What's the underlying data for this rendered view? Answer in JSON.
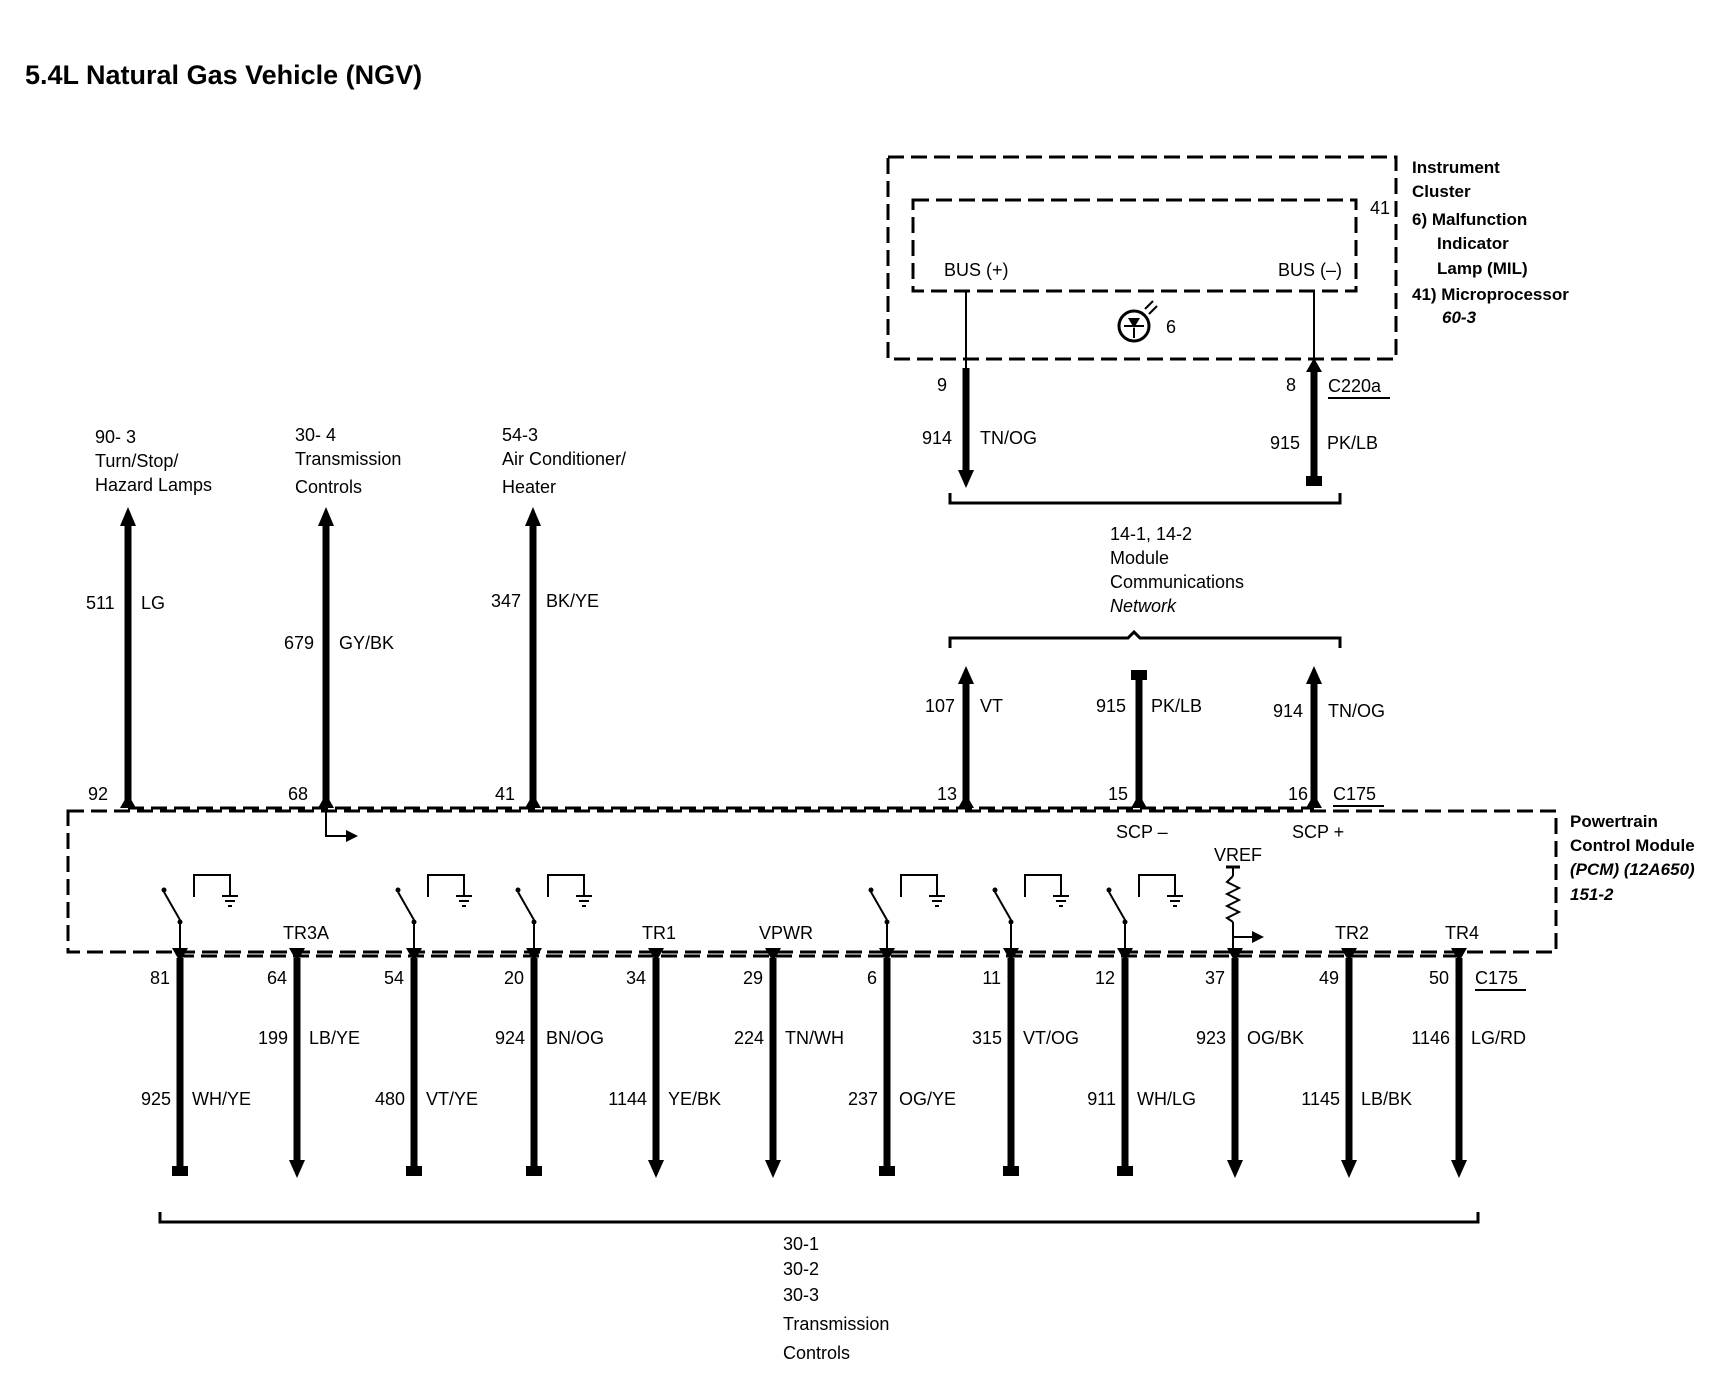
{
  "title": "5.4L Natural Gas Vehicle (NGV)",
  "instrument_cluster": {
    "name_lines": [
      "Instrument",
      "Cluster"
    ],
    "legend_lines": [
      "6) Malfunction",
      "Indicator",
      "Lamp (MIL)",
      "41) Microprocessor"
    ],
    "page_ref": "60-3",
    "inner_ref": "41",
    "bus_plus": "BUS (+)",
    "bus_minus": "BUS (–)",
    "mil_ref": "6",
    "connector": "C220a"
  },
  "pcm": {
    "name_lines": [
      "Powertrain",
      "Control Module",
      "(PCM) (12A650)"
    ],
    "page_ref": "151-2",
    "top_connector": "C175",
    "bottom_connector": "C175",
    "scp_minus": "SCP –",
    "scp_plus": "SCP +",
    "vref": "VREF"
  },
  "top_wires": [
    {
      "pin": "92",
      "circuit": "511",
      "color": "LG",
      "dest": [
        "90- 3",
        "Turn/Stop/",
        "Hazard Lamps"
      ]
    },
    {
      "pin": "68",
      "circuit": "679",
      "color": "GY/BK",
      "dest": [
        "30- 4",
        "Transmission",
        "Controls"
      ]
    },
    {
      "pin": "41",
      "circuit": "347",
      "color": "BK/YE",
      "dest": [
        "54-3",
        "Air Conditioner/",
        "Heater"
      ]
    }
  ],
  "network_wires": [
    {
      "pin": "13",
      "circuit": "107",
      "color": "VT"
    },
    {
      "pin": "15",
      "circuit": "915",
      "color": "PK/LB"
    },
    {
      "pin": "16",
      "circuit": "914",
      "color": "TN/OG"
    }
  ],
  "cluster_wires": [
    {
      "pin": "9",
      "circuit": "914",
      "color": "TN/OG"
    },
    {
      "pin": "8",
      "circuit": "915",
      "color": "PK/LB"
    }
  ],
  "network_ref": [
    "14-1, 14-2",
    "Module",
    "Communications",
    "Network"
  ],
  "bottom_wires": [
    {
      "pin": "81",
      "circuit": "925",
      "color": "WH/YE",
      "func": ""
    },
    {
      "pin": "64",
      "circuit": "199",
      "color": "LB/YE",
      "func": "TR3A"
    },
    {
      "pin": "54",
      "circuit": "480",
      "color": "VT/YE",
      "func": ""
    },
    {
      "pin": "20",
      "circuit": "924",
      "color": "BN/OG",
      "func": ""
    },
    {
      "pin": "34",
      "circuit": "1144",
      "color": "YE/BK",
      "func": "TR1"
    },
    {
      "pin": "29",
      "circuit": "224",
      "color": "TN/WH",
      "func": "VPWR"
    },
    {
      "pin": "6",
      "circuit": "237",
      "color": "OG/YE",
      "func": ""
    },
    {
      "pin": "11",
      "circuit": "315",
      "color": "VT/OG",
      "func": ""
    },
    {
      "pin": "12",
      "circuit": "911",
      "color": "WH/LG",
      "func": ""
    },
    {
      "pin": "37",
      "circuit": "923",
      "color": "OG/BK",
      "func": ""
    },
    {
      "pin": "49",
      "circuit": "1145",
      "color": "LB/BK",
      "func": "TR2"
    },
    {
      "pin": "50",
      "circuit": "1146",
      "color": "LG/RD",
      "func": "TR4"
    }
  ],
  "bottom_ref": [
    "30-1",
    "30-2",
    "30-3",
    "Transmission",
    "Controls"
  ]
}
